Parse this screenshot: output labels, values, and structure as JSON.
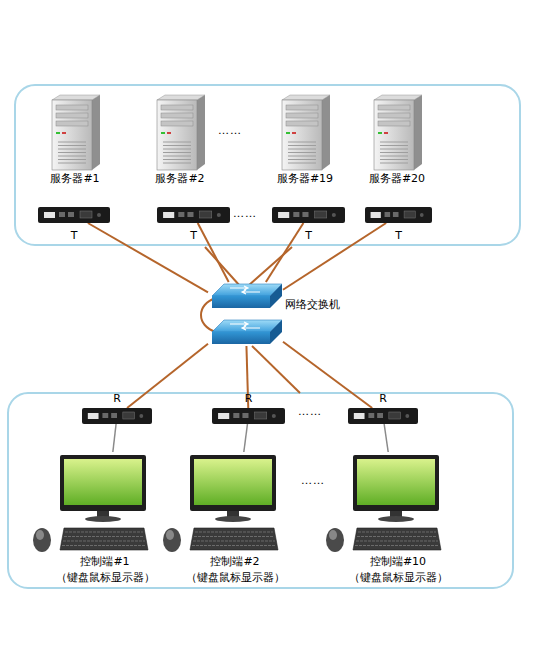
{
  "diagram": {
    "nodes": [
      {
        "text": [
          "服务器#1"
        ]
      },
      {
        "text": [
          "T"
        ]
      },
      {
        "text": [
          "服务器#2"
        ]
      },
      {
        "text": [
          "T"
        ]
      },
      {
        "text": [
          "服务器#19"
        ]
      },
      {
        "text": [
          "T"
        ]
      },
      {
        "text": [
          "服务器#20"
        ]
      },
      {
        "text": [
          "T"
        ]
      },
      {
        "text": [
          "网络交换机"
        ]
      },
      {
        "text": [
          "R"
        ]
      },
      {
        "text": [
          "控制端#1",
          "（键盘鼠标显示器）"
        ]
      },
      {
        "text": [
          "R"
        ]
      },
      {
        "text": [
          "控制端#2",
          "（键盘鼠标显示器）"
        ]
      },
      {
        "text": [
          "R"
        ]
      },
      {
        "text": [
          "控制端#10",
          "（键盘鼠标显示器）"
        ]
      }
    ],
    "edges": [
      {
        "from": 1,
        "to": 8,
        "arrow": "none"
      },
      {
        "from": 3,
        "to": 8,
        "arrow": "none"
      },
      {
        "from": 5,
        "to": 8,
        "arrow": "none"
      },
      {
        "from": 7,
        "to": 8,
        "arrow": "none"
      },
      {
        "from": 8,
        "to": 9,
        "arrow": "none"
      },
      {
        "from": 8,
        "to": 11,
        "arrow": "none"
      },
      {
        "from": 8,
        "to": 13,
        "arrow": "none"
      },
      {
        "from": 9,
        "to": 10,
        "arrow": "none"
      },
      {
        "from": 11,
        "to": 12,
        "arrow": "none"
      },
      {
        "from": 13,
        "to": 14,
        "arrow": "none"
      }
    ],
    "labels": [
      "……",
      "……",
      "……",
      "……"
    ]
  }
}
